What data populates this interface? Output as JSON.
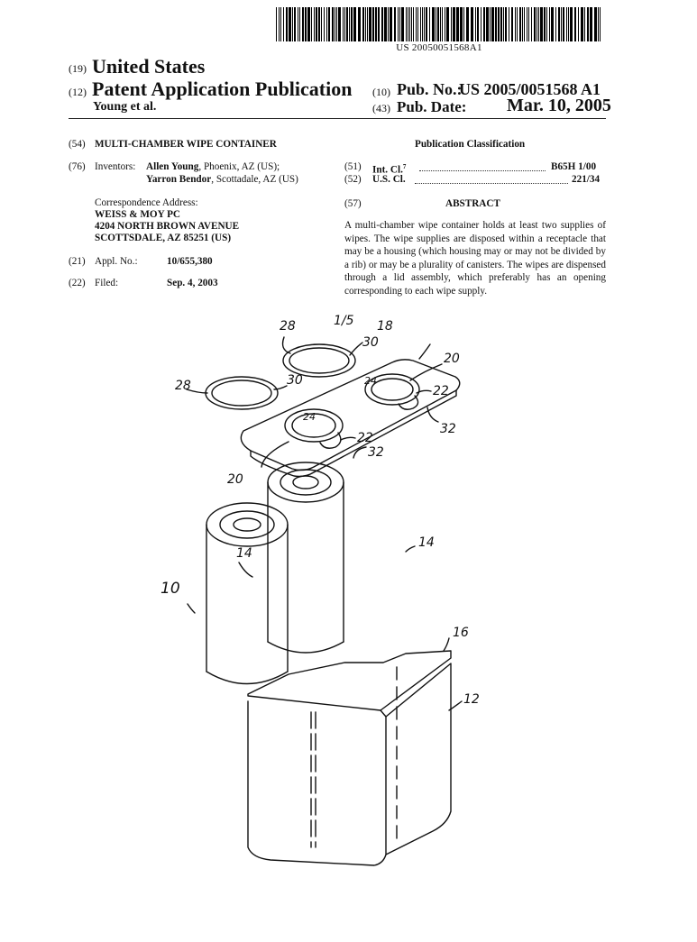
{
  "header": {
    "barcode_number": "US 20050051568A1",
    "code_19": "(19)",
    "country": "United States",
    "code_12": "(12)",
    "doc_type": "Patent Application Publication",
    "code_10": "(10)",
    "pub_no_label": "Pub. No.:",
    "pub_no": "US 2005/0051568 A1",
    "authors": "Young et al.",
    "code_43": "(43)",
    "pub_date_label": "Pub. Date:",
    "pub_date": "Mar. 10, 2005"
  },
  "left": {
    "code_54": "(54)",
    "title": "MULTI-CHAMBER WIPE CONTAINER",
    "code_76": "(76)",
    "inventors_label": "Inventors:",
    "inventor1_name": "Allen Young",
    "inventor1_loc": ", Phoenix, AZ (US);",
    "inventor2_name": "Yarron Bendor",
    "inventor2_loc": ", Scottadale, AZ (US)",
    "corr_label": "Correspondence Address:",
    "corr_line1": "WEISS & MOY PC",
    "corr_line2": "4204 NORTH BROWN AVENUE",
    "corr_line3": "SCOTTSDALE, AZ 85251 (US)",
    "code_21": "(21)",
    "appl_label": "Appl. No.:",
    "appl_no": "10/655,380",
    "code_22": "(22)",
    "filed_label": "Filed:",
    "filed_date": "Sep. 4, 2003"
  },
  "right": {
    "pub_class_heading": "Publication Classification",
    "code_51": "(51)",
    "int_cl_label": "Int. Cl.",
    "int_cl_sup": "7",
    "int_cl_value": "B65H 1/00",
    "code_52": "(52)",
    "us_cl_label": "U.S. Cl.",
    "us_cl_value": "221/34",
    "code_57": "(57)",
    "abstract_heading": "ABSTRACT",
    "abstract_text": "A multi-chamber wipe container holds at least two supplies of wipes. The wipe supplies are disposed within a receptacle that may be a housing (which housing may or may not be divided by a rib) or may be a plurality of canisters. The wipes are dispensed through a lid assembly, which preferably has an opening corresponding to each wipe supply."
  },
  "figure": {
    "sheet": "1/5",
    "labels": {
      "l28a": "28",
      "l28b": "28",
      "l30a": "30",
      "l30b": "30",
      "l18": "18",
      "l20a": "20",
      "l20b": "20",
      "l24a": "24",
      "l24b": "24",
      "l22a": "22",
      "l22b": "22",
      "l32a": "32",
      "l32b": "32",
      "l14a": "14",
      "l14b": "14",
      "l10": "10",
      "l16": "16",
      "l12": "12"
    }
  }
}
